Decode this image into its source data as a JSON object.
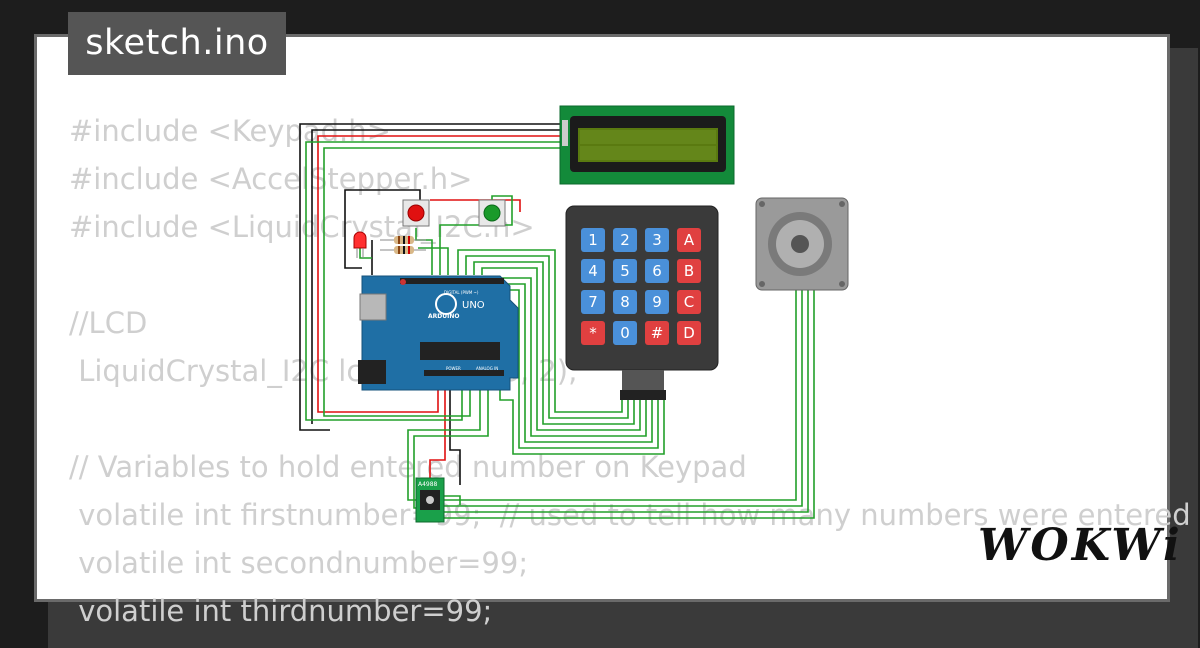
{
  "file_tab": {
    "label": "sketch.ino"
  },
  "code_lines": [
    "#include <Keypad.h>",
    "#include <AccelStepper.h>",
    "#include <LiquidCrystal_I2C.h>",
    "",
    "//LCD",
    " LiquidCrystal_I2C lcd(0x27, 16, 2);",
    "",
    "// Variables to hold entered number on Keypad",
    " volatile int firstnumber=99;  // used to tell how many numbers were entered",
    " volatile int secondnumber=99;",
    " volatile int thirdnumber=99;"
  ],
  "keypad": {
    "rows": [
      [
        "1",
        "2",
        "3",
        "A"
      ],
      [
        "4",
        "5",
        "6",
        "B"
      ],
      [
        "7",
        "8",
        "9",
        "C"
      ],
      [
        "*",
        "0",
        "#",
        "D"
      ]
    ]
  },
  "arduino": {
    "model": "UNO",
    "brand": "ARDUINO",
    "header_digital": "DIGITAL (PWM ~)",
    "header_power": "POWER",
    "header_analog": "ANALOG IN"
  },
  "driver": {
    "label": "A4988"
  },
  "brand_logo": {
    "text": "WOKWi"
  },
  "colors": {
    "wire_green": "#22a02a",
    "wire_red": "#e01010",
    "wire_black": "#111111",
    "arduino_blue": "#1f6fa5",
    "lcd_pcb": "#138a3a",
    "lcd_screen": "#5a7a10",
    "key_blue": "#4a90d9",
    "key_red": "#e04040"
  }
}
